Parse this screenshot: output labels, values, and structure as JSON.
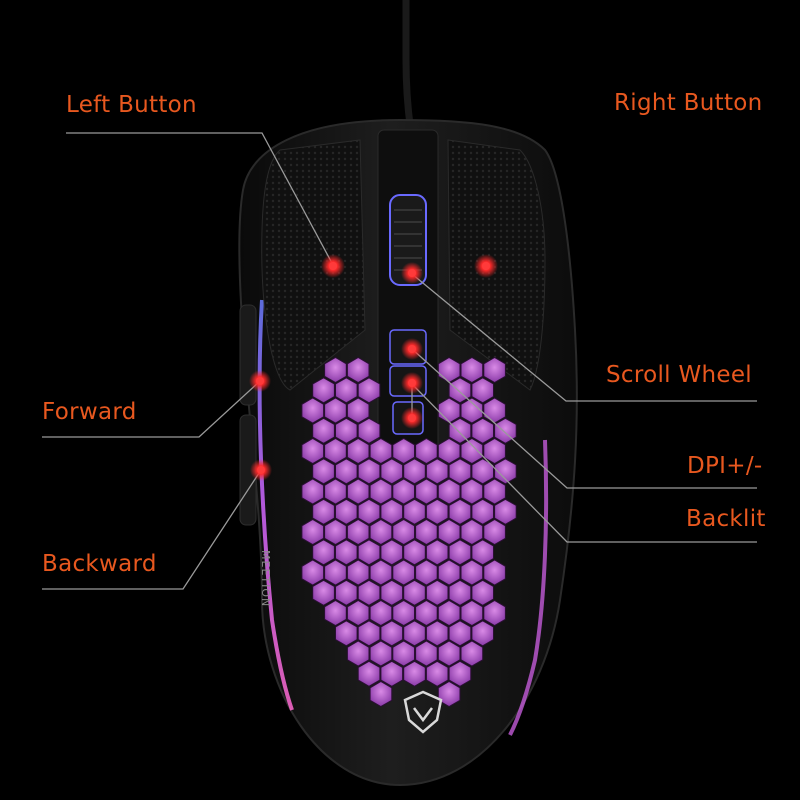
{
  "labels": {
    "left_button": "Left Button",
    "right_button": "Right Button",
    "scroll_wheel": "Scroll Wheel",
    "forward": "Forward",
    "dpi": "DPI+/-",
    "backlit": "Backlit",
    "backward": "Backward"
  },
  "mouse": {
    "brand_text": "MEETION",
    "body_color": "#141414",
    "glow_color": "#c04bd6",
    "hex_color": "#b95ad0"
  },
  "colors": {
    "background": "#000000",
    "label": "#e8581f",
    "leader_line": "#9a9a9a",
    "hotspot": "#ff2a2a"
  }
}
